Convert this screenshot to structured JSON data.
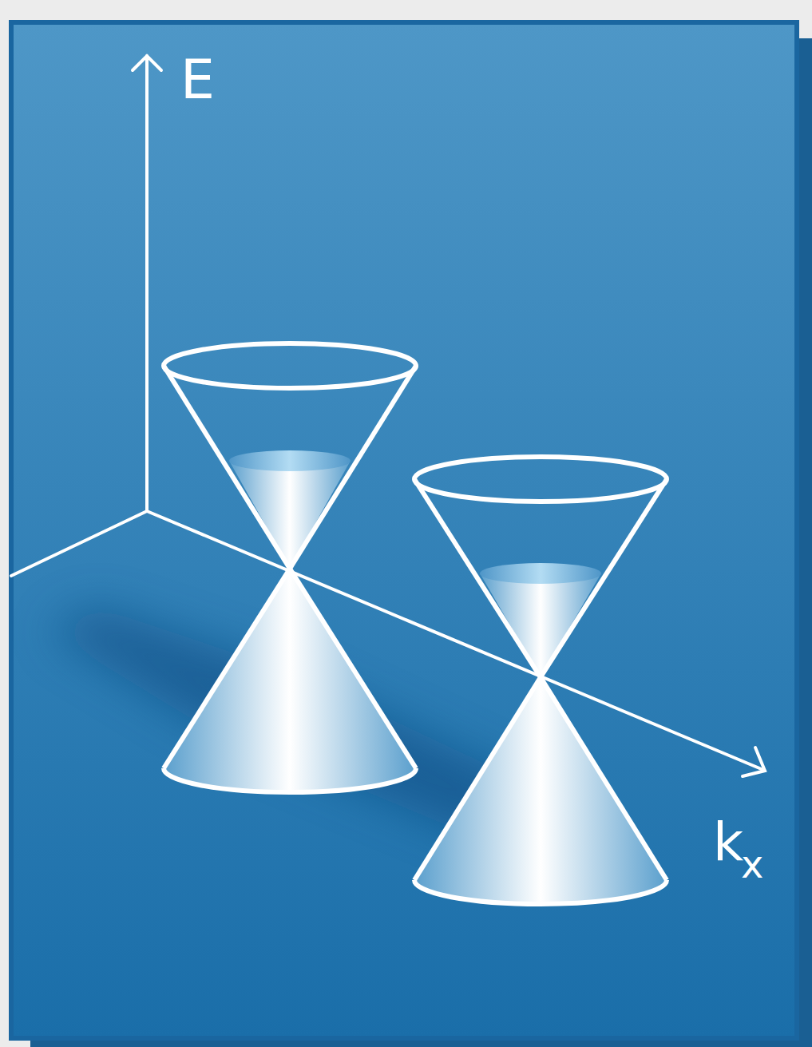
{
  "diagram": {
    "labels": [
      "E",
      "k",
      "x"
    ]
  }
}
